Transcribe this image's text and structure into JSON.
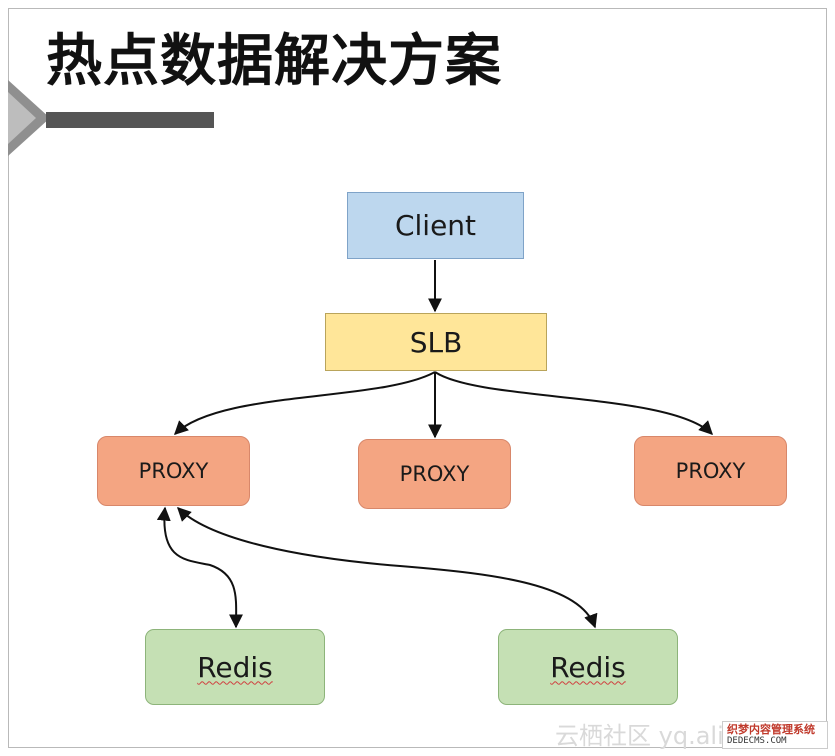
{
  "slide": {
    "title": "热点数据解决方案"
  },
  "diagram": {
    "client": "Client",
    "slb": "SLB",
    "proxies": [
      "PROXY",
      "PROXY",
      "PROXY"
    ],
    "redis": [
      "Redis",
      "Redis"
    ]
  },
  "watermark": {
    "text": "云栖社区 yq.ali",
    "logo_line1": "织梦内容管理系统",
    "logo_line2": "DEDECMS.COM"
  },
  "colors": {
    "client_fill": "#bdd7ee",
    "slb_fill": "#ffe699",
    "proxy_fill": "#f4a582",
    "redis_fill": "#c5e0b4"
  }
}
